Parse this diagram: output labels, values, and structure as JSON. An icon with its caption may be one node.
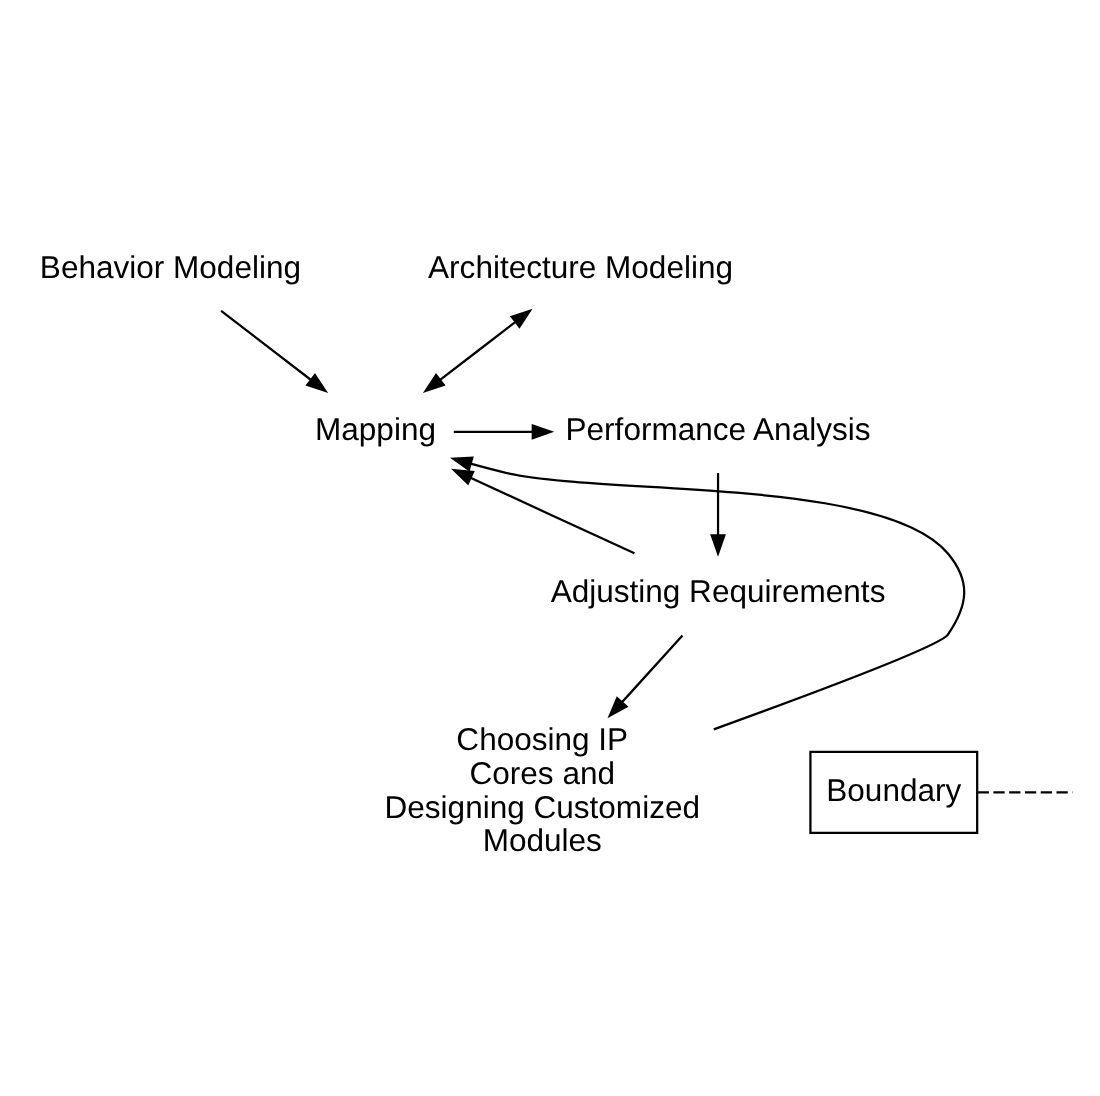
{
  "diagram": {
    "nodes": [
      {
        "text": [
          "Behavior Modeling"
        ]
      },
      {
        "text": [
          "Architecture Modeling"
        ]
      },
      {
        "text": [
          "Mapping"
        ]
      },
      {
        "text": [
          "Performance Analysis"
        ]
      },
      {
        "text": [
          "Adjusting Requirements"
        ]
      },
      {
        "text": [
          "Choosing IP Cores and Designing Customized Modules"
        ]
      },
      {
        "text": [
          "Boundary"
        ]
      }
    ],
    "edges": [
      {
        "from": 0,
        "to": 2,
        "arrow": "to"
      },
      {
        "from": 1,
        "to": 2,
        "arrow": "both"
      },
      {
        "from": 2,
        "to": 3,
        "arrow": "to"
      },
      {
        "from": 3,
        "to": 4,
        "arrow": "to"
      },
      {
        "from": 4,
        "to": 2,
        "arrow": "to"
      },
      {
        "from": 4,
        "to": 5,
        "arrow": "to"
      },
      {
        "from": 5,
        "to": 2,
        "arrow": "to"
      },
      {
        "from": 6,
        "to": null,
        "arrow": "none",
        "style": "dashed"
      }
    ]
  }
}
